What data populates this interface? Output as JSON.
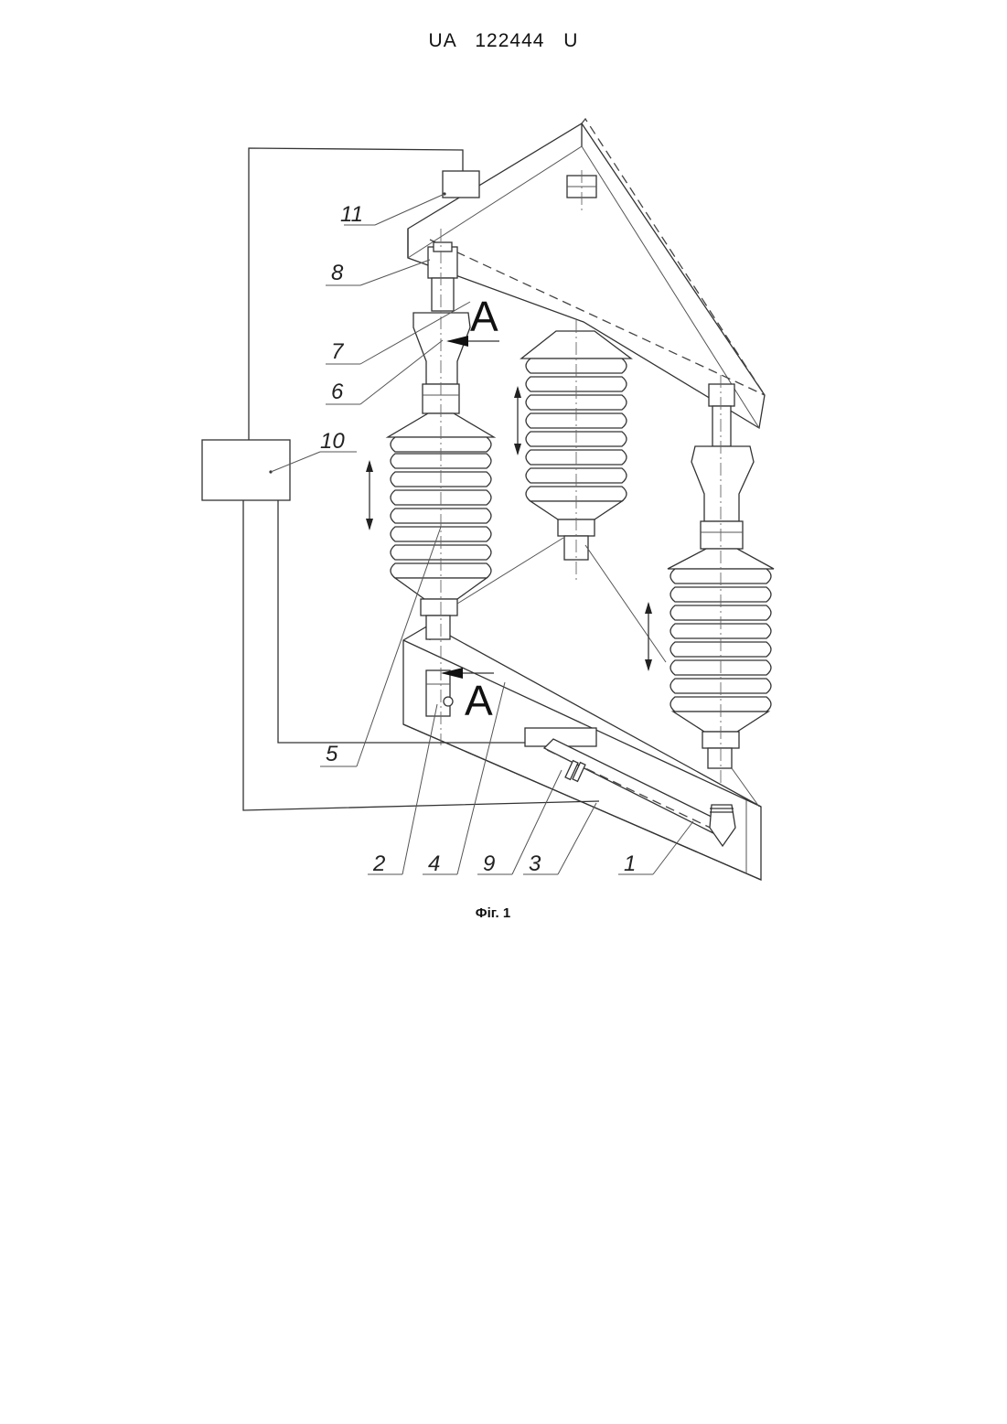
{
  "header": {
    "text": "UA 122444 U"
  },
  "figure": {
    "caption": "Фіг. 1",
    "section_marks": [
      "A",
      "A"
    ],
    "labels": [
      "1",
      "2",
      "3",
      "4",
      "5",
      "6",
      "7",
      "8",
      "9",
      "10",
      "11"
    ]
  }
}
